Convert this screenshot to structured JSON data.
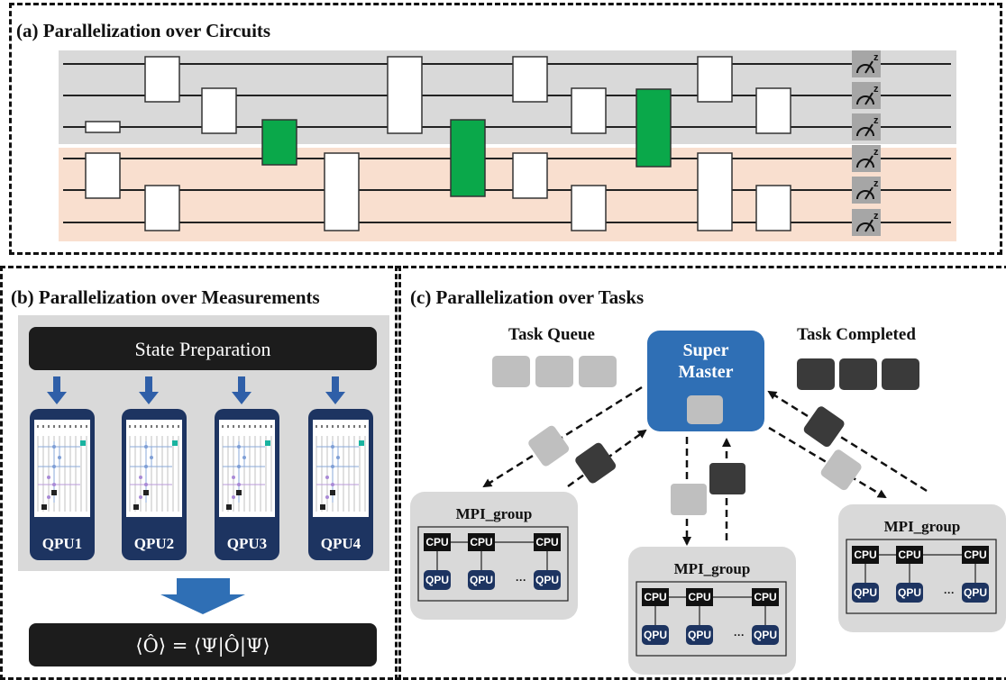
{
  "panels": {
    "a": {
      "title": "(a) Parallelization over Circuits"
    },
    "b": {
      "title": "(b) Parallelization over Measurements",
      "state_prep": "State Preparation",
      "qpus": [
        "QPU1",
        "QPU2",
        "QPU3",
        "QPU4"
      ],
      "expectation": "⟨Ô⟩ = ⟨Ψ|Ô|Ψ⟩"
    },
    "c": {
      "title": "(c) Parallelization over Tasks",
      "task_queue": "Task Queue",
      "task_completed": "Task Completed",
      "super_master": [
        "Super",
        "Master"
      ],
      "mpi_group_label": "MPI_group",
      "cpu_label": "CPU",
      "qpu_label": "QPU",
      "ellipsis": "···"
    }
  },
  "colors": {
    "gray_band": "#d9d9d9",
    "peach_band": "#f9dfcf",
    "gate_green": "#0aa84a",
    "meter_gray": "#a6a6a6",
    "arrow_blue": "#2f5fa8",
    "qpu_navy": "#1d3461",
    "super_master_blue": "#2f6fb5",
    "task_light": "#bfbfbf",
    "task_dark": "#3a3a3a"
  }
}
